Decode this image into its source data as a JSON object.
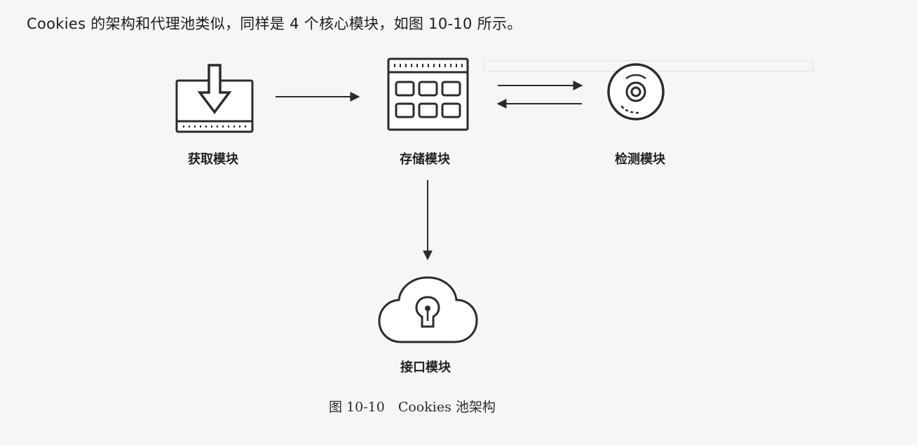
{
  "intro_text": "Cookies 的架构和代理池类似，同样是 4 个核心模块，如图 10-10 所示。",
  "modules": {
    "fetch": {
      "label": "获取模块",
      "icon": "download-tray-icon"
    },
    "storage": {
      "label": "存储模块",
      "icon": "storage-grid-icon"
    },
    "check": {
      "label": "检测模块",
      "icon": "target-disc-icon"
    },
    "api": {
      "label": "接口模块",
      "icon": "cloud-lock-icon"
    }
  },
  "caption": "图 10-10　Cookies 池架构",
  "colors": {
    "ink": "#2b2b2b",
    "background": "#f6f6f4"
  }
}
